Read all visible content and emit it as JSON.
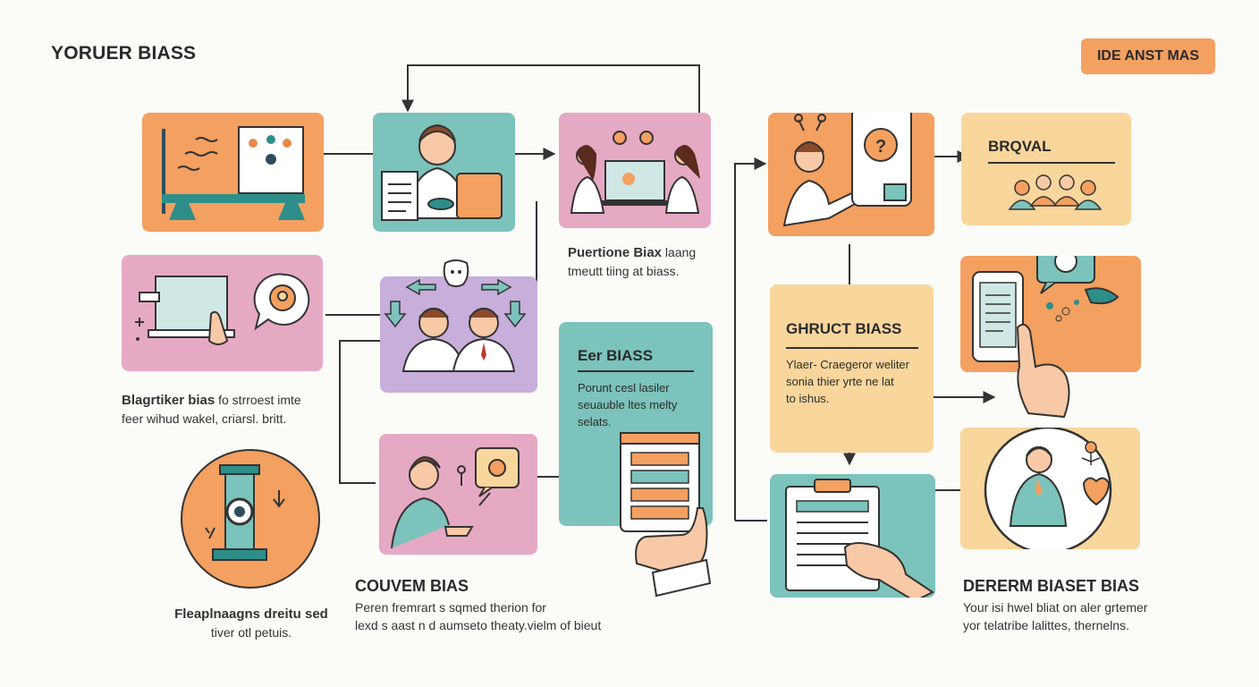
{
  "header": {
    "title": "YORUER BIASS",
    "badge_label": "IDE ANST MAS"
  },
  "cards": {
    "pp_caption": {
      "line1_bold": "Puertione Biax",
      "line1_rest": " laang",
      "line2": "tmeutt tiing at biass."
    },
    "left_caption": {
      "line1_bold": "Blagrtiker bias",
      "line1_rest": " fo strroest imte",
      "line2": "feer wihud wakel, criarsl. britt."
    },
    "bottom_left_caption": {
      "line1": "Fleaplnaagns dreitu sed",
      "line2": "tiver otl petuis."
    },
    "couvem": {
      "heading": "COUVEM BIAS",
      "line1": "Peren fremrart s sqmed therion for",
      "line2": "lexd s aast n d aumseto theaty.vielm of bieut"
    },
    "eer": {
      "heading": "Eer BIASS",
      "line1": "Porunt cesl lasiler",
      "line2": "seuauble ltes melty",
      "line3": "selats."
    },
    "ghruct": {
      "heading": "GHRUCT BIASS",
      "line1": "Ylaer- Craegeror weliter",
      "line2": "sonia thier yrte ne lat",
      "line3": "to ishus."
    },
    "brqval": {
      "heading": "BRQVAL"
    },
    "dererm": {
      "heading": "DERERM BIASET BIAS",
      "line1": "Your isi hwel bliat on aler grtemer",
      "line2": "yor telatribe lalittes, thernelns."
    }
  },
  "colors": {
    "orange": "#f3a060",
    "teal": "#7cc3bb",
    "pink": "#e6a9c4",
    "lilac": "#c8aedb",
    "cream": "#f9d69c",
    "line": "#333333"
  }
}
